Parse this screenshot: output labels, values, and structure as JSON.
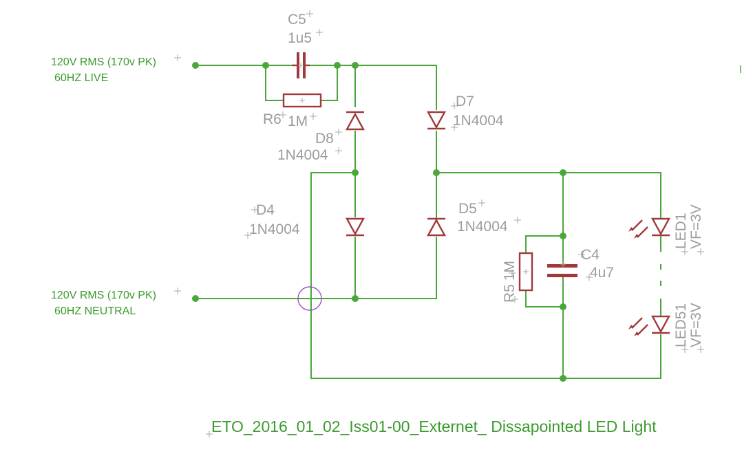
{
  "nets": {
    "live_line1": "120V RMS (170v PK)",
    "live_line2": "60HZ LIVE",
    "neutral_line1": "120V RMS (170v PK)",
    "neutral_line2": "60HZ NEUTRAL"
  },
  "parts": {
    "c5": {
      "name": "C5",
      "value": "1u5"
    },
    "r6": {
      "name": "R6",
      "value": "1M"
    },
    "d8": {
      "name": "D8",
      "value": "1N4004"
    },
    "d7": {
      "name": "D7",
      "value": "1N4004"
    },
    "d4": {
      "name": "D4",
      "value": "1N4004"
    },
    "d5": {
      "name": "D5",
      "value": "1N4004"
    },
    "r5": {
      "name": "R5",
      "value": "1M"
    },
    "c4": {
      "name": "C4",
      "value": "4u7"
    },
    "led1": {
      "name": "LED1",
      "value": "VF=3V"
    },
    "led51": {
      "name": "LED51",
      "value": "VF=3V"
    }
  },
  "title": "ETO_2016_01_02_Iss01-00_Externet_ Dissapointed LED Light",
  "colors": {
    "wire": "#4aa83a",
    "part": "#a03a3a",
    "label": "#9c9c9c",
    "net_label": "#3a9a2c"
  }
}
